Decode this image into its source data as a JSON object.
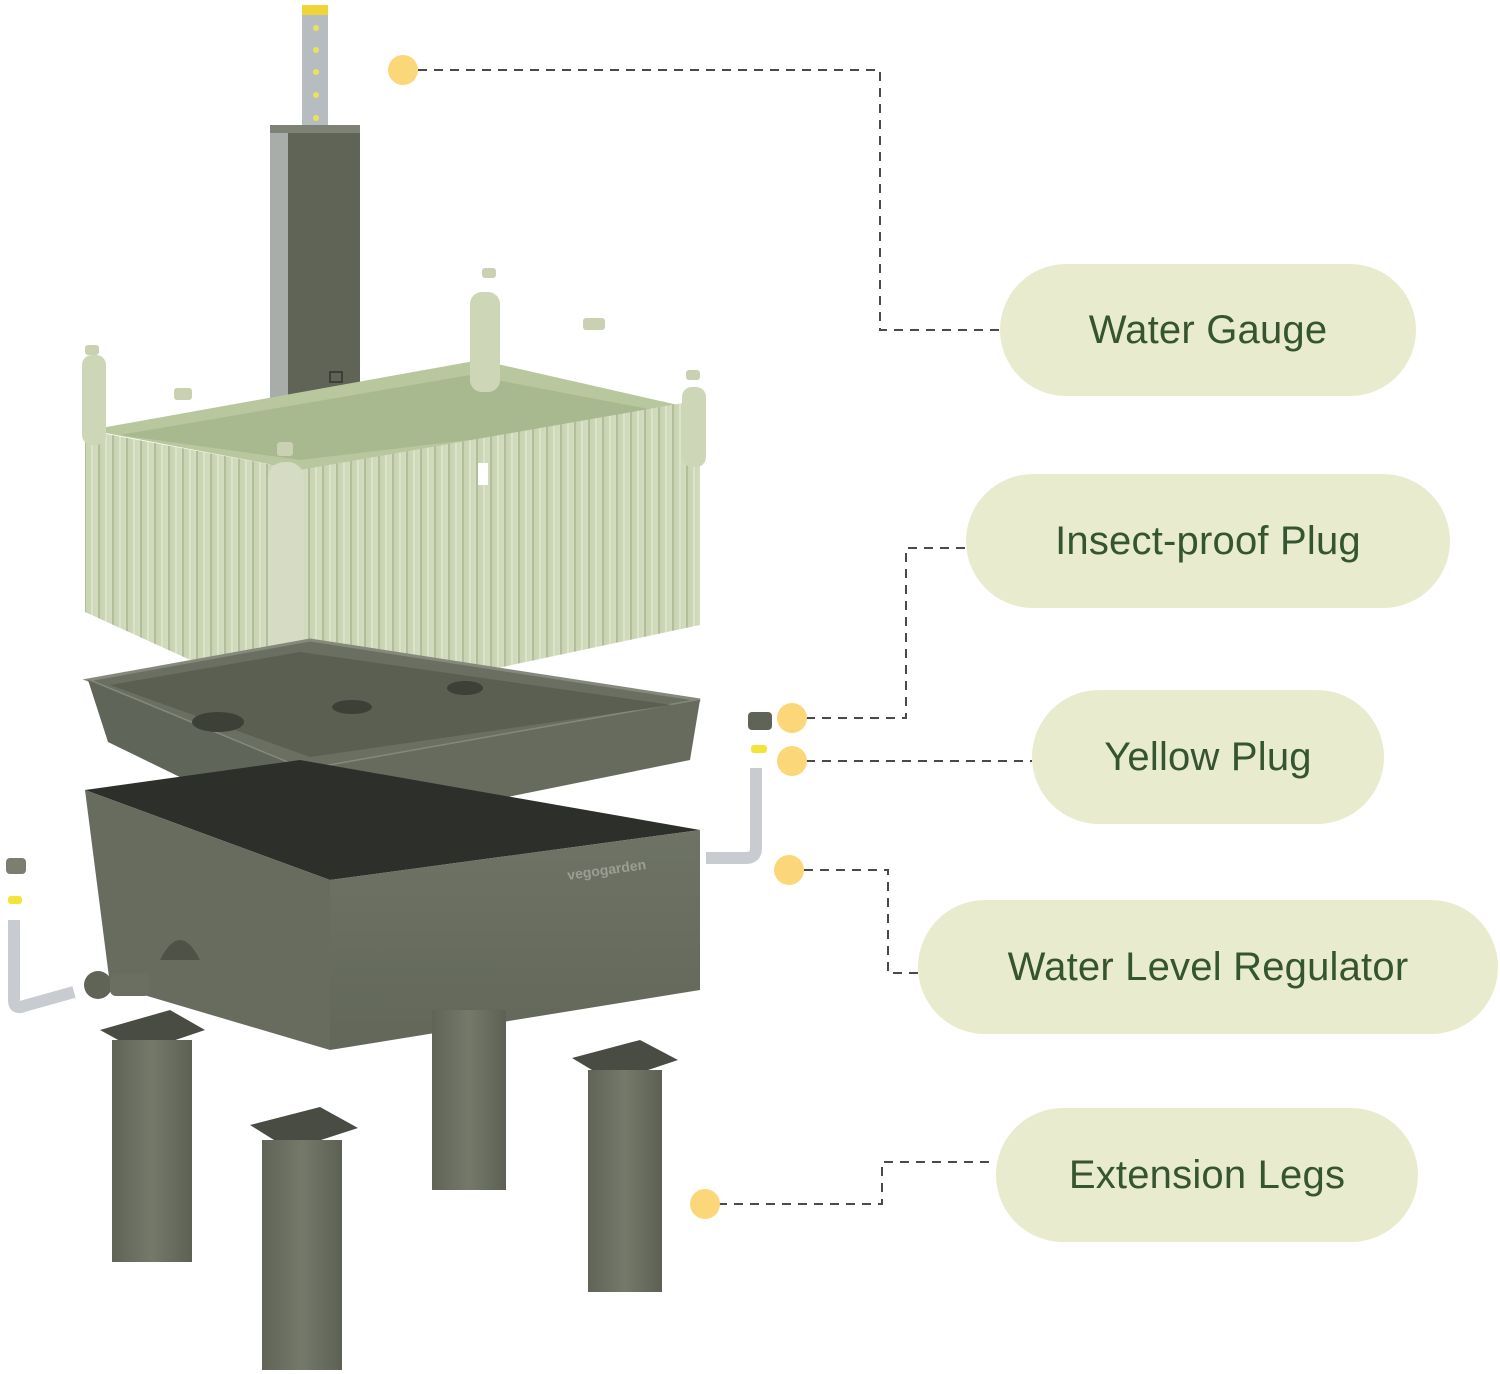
{
  "diagram": {
    "subject": "Self-watering raised garden bed exploded view",
    "brand_mark": "vegogarden",
    "colors": {
      "pill_background": "#e9ebcf",
      "pill_text": "#34552f",
      "callout_dot": "#fcd77a",
      "leader_line": "#4a4a4a",
      "bed_light_green": "#c9d4b3",
      "reservoir_dark_green": "#6b7062",
      "yellow_plug": "#f3e43a"
    },
    "callouts": [
      {
        "id": "water-gauge",
        "label": "Water Gauge"
      },
      {
        "id": "insect-proof-plug",
        "label": "Insect-proof Plug"
      },
      {
        "id": "yellow-plug",
        "label": "Yellow Plug"
      },
      {
        "id": "water-level-regulator",
        "label": "Water Level Regulator"
      },
      {
        "id": "extension-legs",
        "label": "Extension Legs"
      }
    ]
  }
}
